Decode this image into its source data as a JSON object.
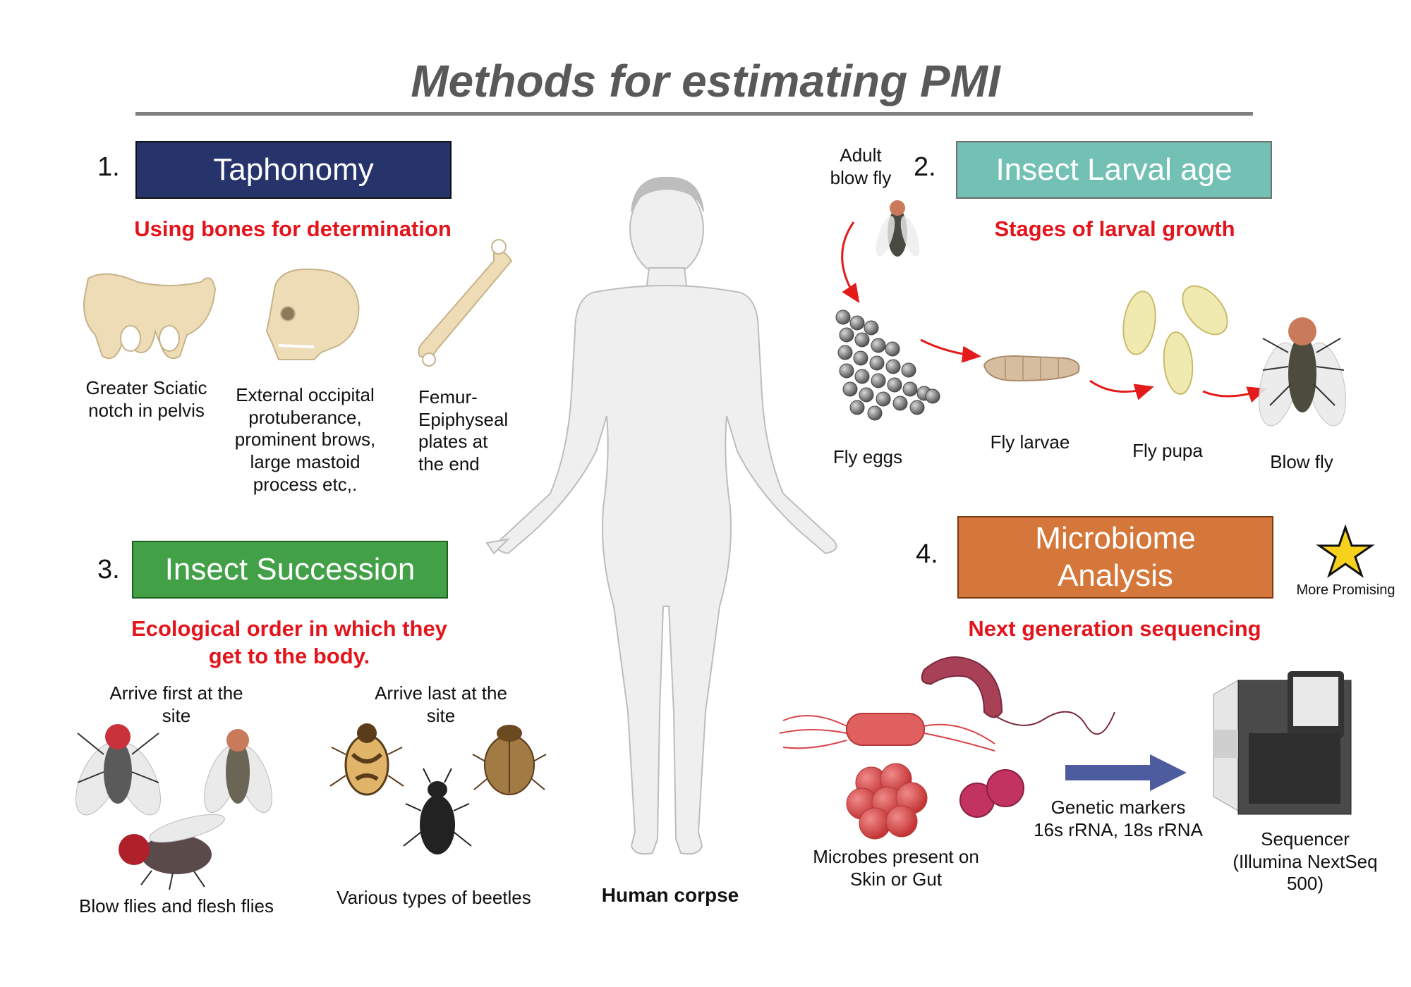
{
  "title": "Methods for estimating PMI",
  "center_label": "Human corpse",
  "colors": {
    "taphonomy": "#27346b",
    "larval": "#73c0b4",
    "succession": "#42a046",
    "microbiome": "#d5773a",
    "subtitle": "#e3141b",
    "arrow": "#e31b1b",
    "seq_arrow": "#4d5c9e"
  },
  "methods": {
    "taphonomy": {
      "number": "1.",
      "label": "Taphonomy",
      "subtitle": "Using bones for determination"
    },
    "larval": {
      "number": "2.",
      "label": "Insect Larval age",
      "subtitle": "Stages of larval growth"
    },
    "succession": {
      "number": "3.",
      "label": "Insect Succession",
      "subtitle_line1": "Ecological order in which they",
      "subtitle_line2": "get to the body."
    },
    "microbiome": {
      "number": "4.",
      "label_line1": "Microbiome",
      "label_line2": "Analysis",
      "subtitle": "Next generation sequencing",
      "badge": "More Promising",
      "badge_icon": "star-icon"
    }
  },
  "taphonomy_labels": {
    "pelvis": [
      "Greater Sciatic",
      "notch in pelvis"
    ],
    "skull": [
      "External occipital",
      "protuberance,",
      "prominent brows,",
      "large mastoid",
      "process etc,."
    ],
    "femur": [
      "Femur-",
      "Epiphyseal",
      "plates at",
      "the end"
    ]
  },
  "larval_labels": {
    "adult": [
      "Adult",
      "blow fly"
    ],
    "eggs": "Fly eggs",
    "larvae": "Fly larvae",
    "pupa": "Fly pupa",
    "blowfly": "Blow fly"
  },
  "succession_labels": {
    "first": [
      "Arrive first at the",
      "site"
    ],
    "last": [
      "Arrive last at the",
      "site"
    ],
    "flies": "Blow flies and flesh flies",
    "beetles": "Various types of beetles"
  },
  "microbiome_labels": {
    "microbes": [
      "Microbes present on",
      "Skin or Gut"
    ],
    "markers": [
      "Genetic markers",
      "16s rRNA, 18s rRNA"
    ],
    "sequencer": [
      "Sequencer",
      "(Illumina NextSeq",
      "500)"
    ]
  }
}
